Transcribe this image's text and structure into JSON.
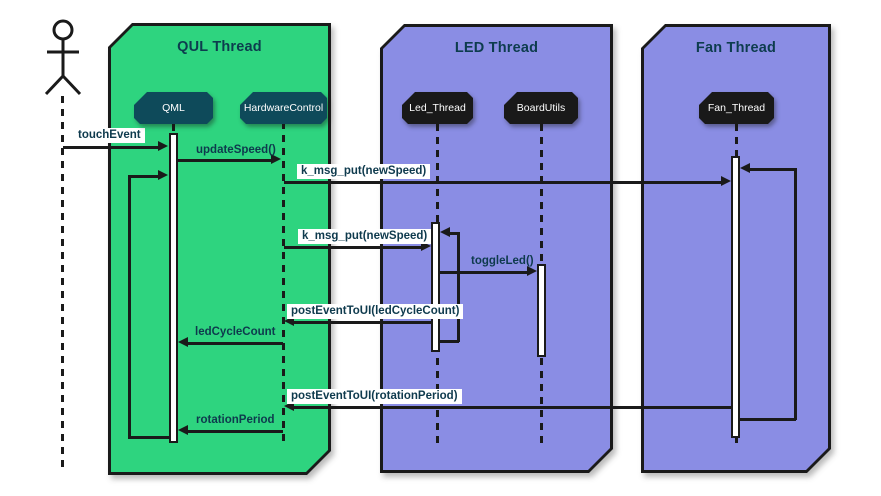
{
  "diagram_type": "sequence-diagram",
  "actor": {
    "icon": "stick-figure"
  },
  "groups": [
    {
      "label": "QUL Thread",
      "fill": "#2ed47f",
      "participants": [
        "QML",
        "HardwareControl"
      ]
    },
    {
      "label": "LED Thread",
      "fill": "#8a8de4",
      "participants": [
        "Led_Thread",
        "BoardUtils"
      ]
    },
    {
      "label": "Fan Thread",
      "fill": "#8a8de4",
      "participants": [
        "Fan_Thread"
      ]
    }
  ],
  "participants": [
    {
      "label": "QML",
      "fill": "#0e4a5a"
    },
    {
      "label": "HardwareControl",
      "fill": "#0e4a5a"
    },
    {
      "label": "Led_Thread",
      "fill": "#191919"
    },
    {
      "label": "BoardUtils",
      "fill": "#191919"
    },
    {
      "label": "Fan_Thread",
      "fill": "#191919"
    }
  ],
  "messages": [
    {
      "label": "touchEvent",
      "from": "actor",
      "to": "QML",
      "white_chip": true
    },
    {
      "label": "updateSpeed()",
      "from": "QML",
      "to": "HardwareControl",
      "white_chip": false
    },
    {
      "label": "k_msg_put(newSpeed)",
      "from": "HardwareControl",
      "to": "Fan_Thread",
      "white_chip": true
    },
    {
      "label": "k_msg_put(newSpeed)",
      "from": "HardwareControl",
      "to": "Led_Thread",
      "white_chip": true
    },
    {
      "label": "toggleLed()",
      "from": "Led_Thread",
      "to": "BoardUtils",
      "white_chip": false
    },
    {
      "label": "postEventToUI(ledCycleCount)",
      "from": "Led_Thread",
      "to": "HardwareControl",
      "white_chip": true
    },
    {
      "label": "ledCycleCount",
      "from": "HardwareControl",
      "to": "QML",
      "white_chip": false
    },
    {
      "label": "postEventToUI(rotationPeriod)",
      "from": "Fan_Thread",
      "to": "HardwareControl",
      "white_chip": true
    },
    {
      "label": "rotationPeriod",
      "from": "HardwareControl",
      "to": "QML",
      "white_chip": false
    }
  ],
  "self_loops": [
    {
      "on": "QML"
    },
    {
      "on": "Led_Thread"
    },
    {
      "on": "Fan_Thread"
    }
  ],
  "colors": {
    "green": "#2ed47f",
    "purple": "#8a8de4",
    "teal_node": "#0e4a5a",
    "dark_node": "#191919",
    "line": "#1a1a1a",
    "label_text": "#0e3a4d",
    "header_text": "#0d3c4e",
    "chip_bg": "#ffffff"
  }
}
